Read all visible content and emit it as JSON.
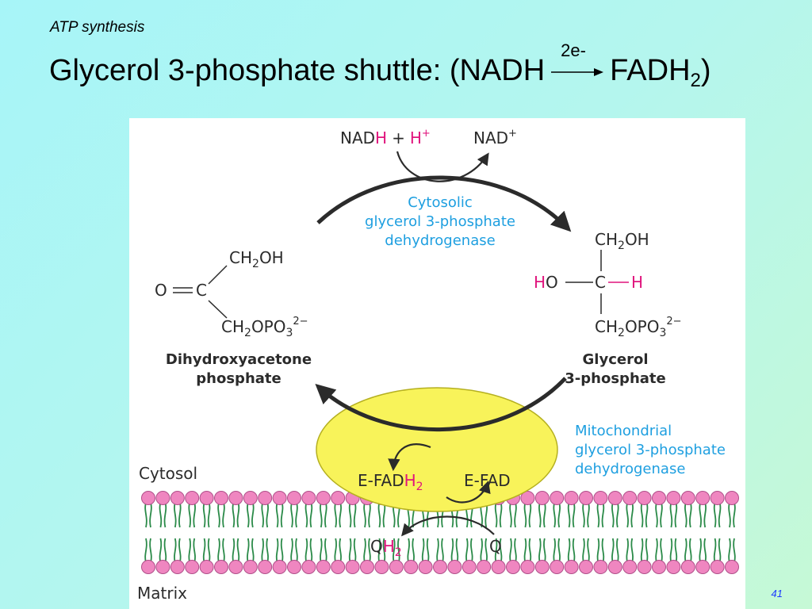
{
  "slide": {
    "subtitle": "ATP synthesis",
    "title_prefix": "Glycerol 3-phosphate shuttle:  (NADH",
    "title_arrow_label": "2e-",
    "title_fadh": "FADH",
    "title_sub": "2",
    "title_close": ")",
    "page_number": "41"
  },
  "diagram": {
    "nadh_label": "NAD",
    "nadh_h": "H",
    "plus": "+",
    "proton": "H",
    "proton_sup": "+",
    "nad_label": "NAD",
    "nad_sup": "+",
    "cytosolic_enzyme": [
      "Cytosolic",
      "glycerol 3-phosphate",
      "dehydrogenase"
    ],
    "dhap": {
      "top": "CH",
      "top_sub": "2",
      "top_end": "OH",
      "o": "O",
      "c": "C",
      "bottom": "CH",
      "bottom_sub": "2",
      "bottom_mid": "OPO",
      "bottom_sub2": "3",
      "bottom_sup": "2−",
      "name": [
        "Dihydroxyacetone",
        "phosphate"
      ]
    },
    "g3p": {
      "top": "CH",
      "top_sub": "2",
      "top_end": "OH",
      "h_left": "H",
      "o_left": "O",
      "c": "C",
      "h_right": "H",
      "bottom": "CH",
      "bottom_sub": "2",
      "bottom_mid": "OPO",
      "bottom_sub2": "3",
      "bottom_sup": "2−",
      "name": [
        "Glycerol",
        "3-phosphate"
      ]
    },
    "mito_enzyme": [
      "Mitochondrial",
      "glycerol 3-phosphate",
      "dehydrogenase"
    ],
    "efadh2": "E-FAD",
    "efadh2_h": "H",
    "efadh2_sub": "2",
    "efad": "E-FAD",
    "qh2_q": "Q",
    "qh2_h": "H",
    "qh2_sub": "2",
    "q": "Q",
    "cytosol": "Cytosol",
    "matrix": "Matrix",
    "colors": {
      "magenta": "#e0147d",
      "blue": "#1e9fe0",
      "text": "#2b2b2b",
      "enzyme_fill": "#f8f35a",
      "lipid_head": "#ef86c0",
      "lipid_tail": "#2a8a48"
    }
  }
}
